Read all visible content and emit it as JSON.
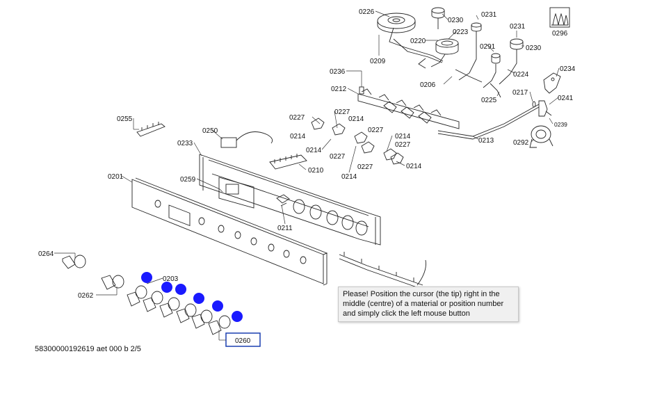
{
  "tooltip": {
    "text": "Please! Position the cursor (the tip) right in the middle (centre) of a material or position number and simply click the left mouse button"
  },
  "footer": {
    "doc_id": "58300000192619 aet 000 b 2/5"
  },
  "colors": {
    "marker": "#1a1aff",
    "highlight_box": "#1a3fb0",
    "line": "#222222"
  },
  "selected_part": "0260",
  "labels": {
    "l0226": "0226",
    "l0230a": "0230",
    "l0231a": "0231",
    "l0220": "0220",
    "l0223": "0223",
    "l0291": "0291",
    "l0231b": "0231",
    "l0230b": "0230",
    "l0209": "0209",
    "l0296": "0296",
    "l0236": "0236",
    "l0206": "0206",
    "l0224": "0224",
    "l0234": "0234",
    "l0212": "0212",
    "l0217": "0217",
    "l0241": "0241",
    "l0225": "0225",
    "l0239": "0239",
    "l0213": "0213",
    "l0292": "0292",
    "l0255": "0255",
    "l0227a": "0227",
    "l0227b": "0227",
    "l0214a": "0214",
    "l0214b": "0214",
    "l0227c": "0227",
    "l0214c": "0214",
    "l0250": "0250",
    "l0214d": "0214",
    "l0227d": "0227",
    "l0227e": "0227",
    "l0214e": "0214",
    "l0233": "0233",
    "l0210": "0210",
    "l0227f": "0227",
    "l0214f": "0214",
    "l0201": "0201",
    "l0259": "0259",
    "l0211": "0211",
    "l0264": "0264",
    "l0203": "0203",
    "l0262": "0262",
    "l0260": "0260"
  }
}
